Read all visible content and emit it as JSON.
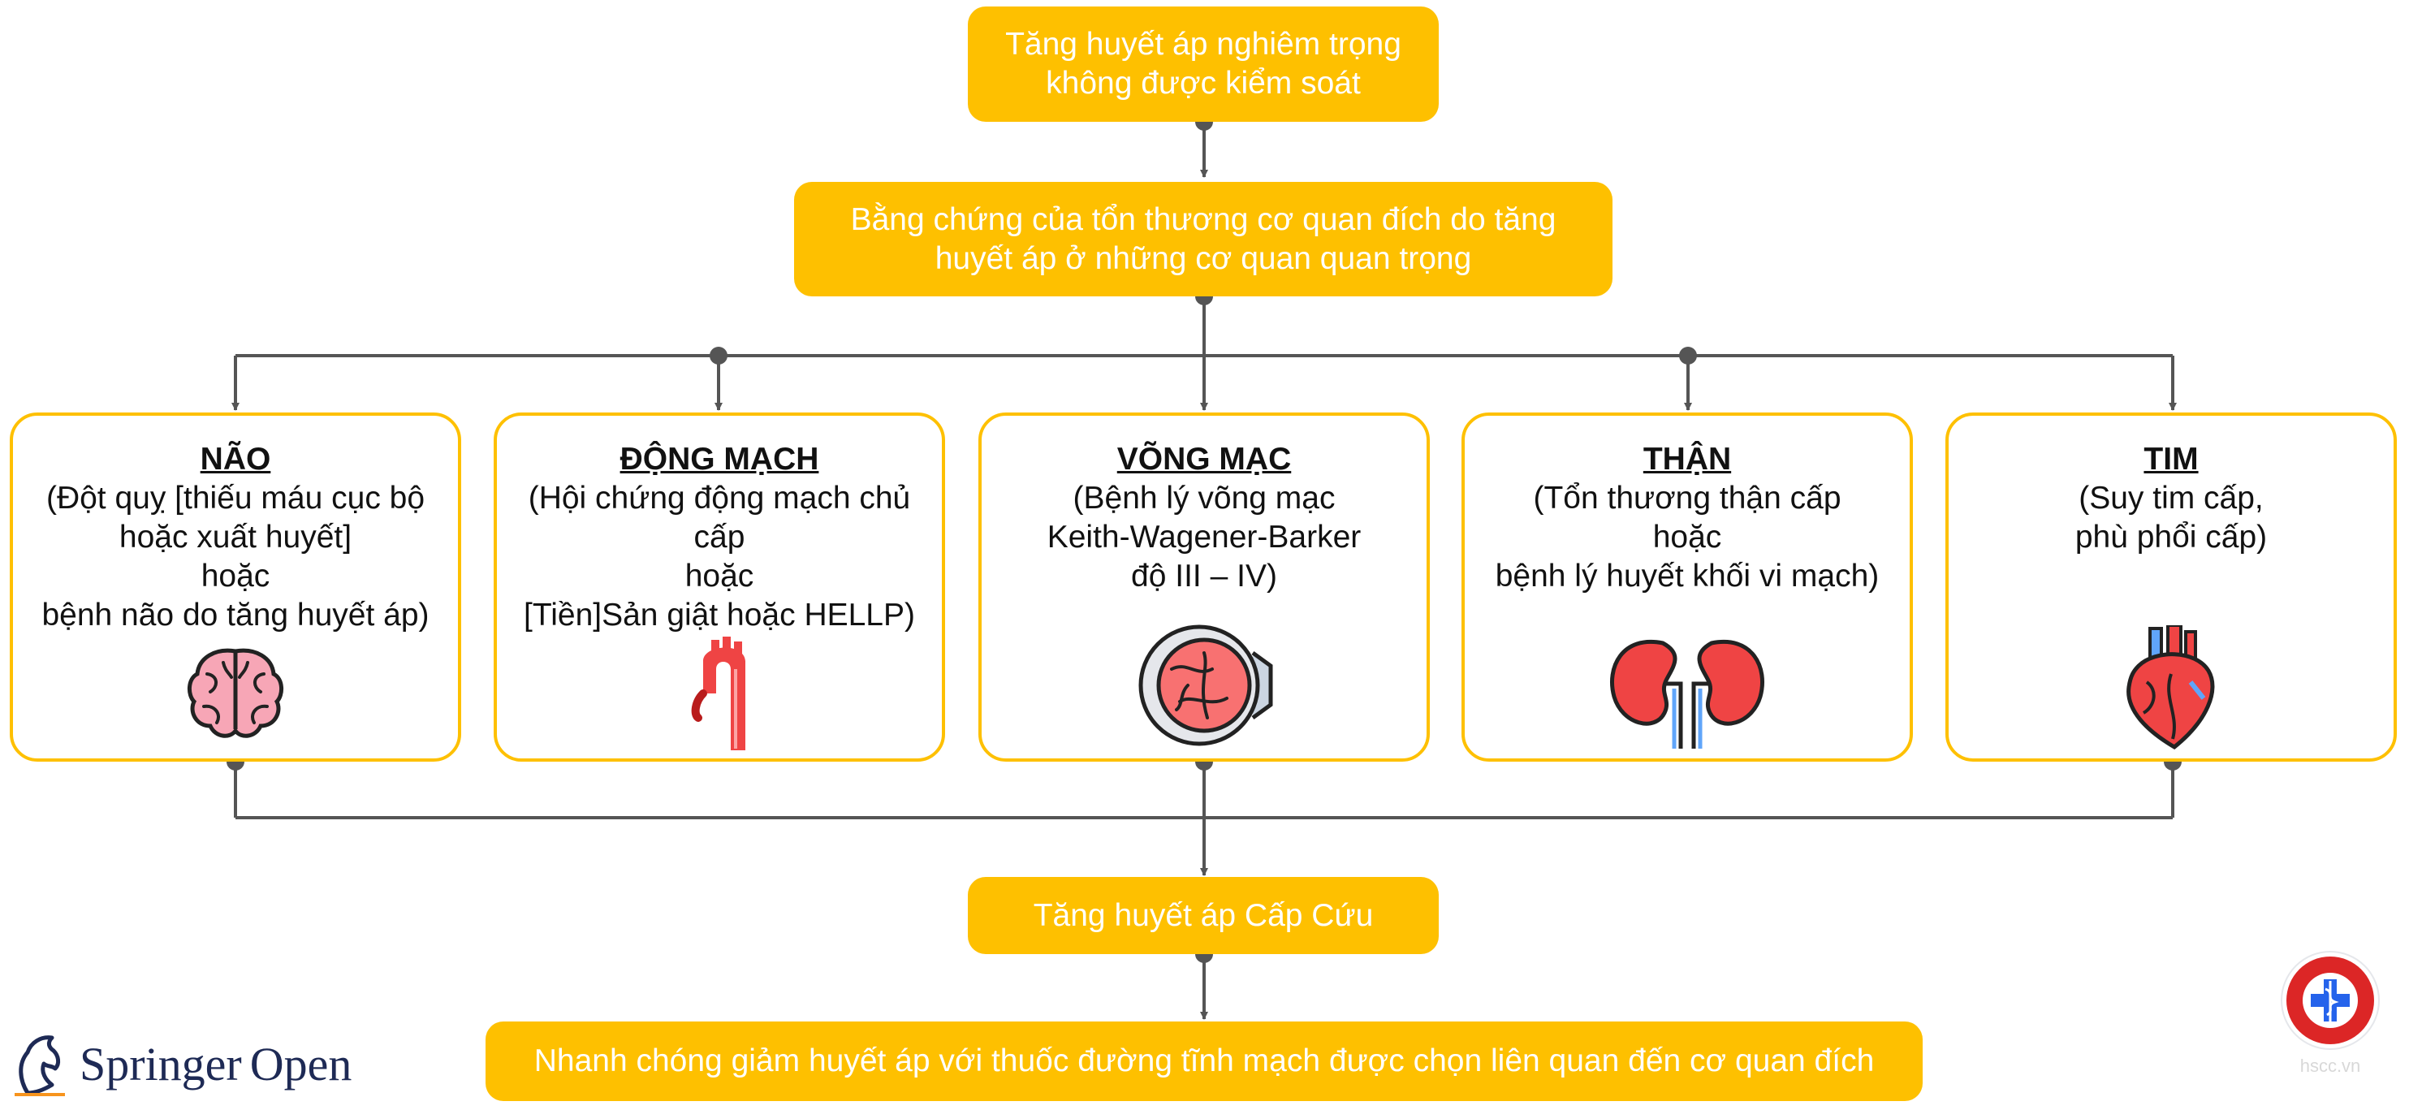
{
  "top_box": {
    "text": "Tăng huyết áp nghiêm trọng\nkhông được kiểm soát"
  },
  "evidence_box": {
    "text": "Bằng chứng của tổn thương cơ quan đích do tăng\nhuyết áp ở những cơ quan quan trọng"
  },
  "organs": [
    {
      "title": "NÃO",
      "desc": "(Đột quỵ [thiếu máu cục bộ\nhoặc xuất huyết]\nhoặc\nbệnh não do tăng huyết áp)",
      "icon": "brain-icon"
    },
    {
      "title": "ĐỘNG MẠCH",
      "desc": "(Hội chứng động mạch chủ\ncấp\nhoặc\n[Tiền]Sản giật hoặc HELLP)",
      "icon": "aorta-icon"
    },
    {
      "title": "VÕNG MẠC",
      "desc": "(Bệnh lý võng mạc\nKeith-Wagener-Barker\nđộ III – IV)",
      "icon": "eye-icon"
    },
    {
      "title": "THẬN",
      "desc": "(Tổn thương thận cấp\nhoặc\nbệnh lý huyết khối vi mạch)",
      "icon": "kidney-icon"
    },
    {
      "title": "TIM",
      "desc": "(Suy tim cấp,\nphù phổi cấp)",
      "icon": "heart-icon"
    }
  ],
  "emergency_box": {
    "text": "Tăng huyết áp Cấp Cứu"
  },
  "action_box": {
    "text": "Nhanh chóng giảm huyết áp với thuốc đường tĩnh mạch được chọn liên quan đến cơ quan đích"
  },
  "logos": {
    "springer_bold": "Springer",
    "springer_light": "Open",
    "hscc": "hscc.vn"
  },
  "colors": {
    "accent": "#fec000",
    "line": "#555555"
  }
}
